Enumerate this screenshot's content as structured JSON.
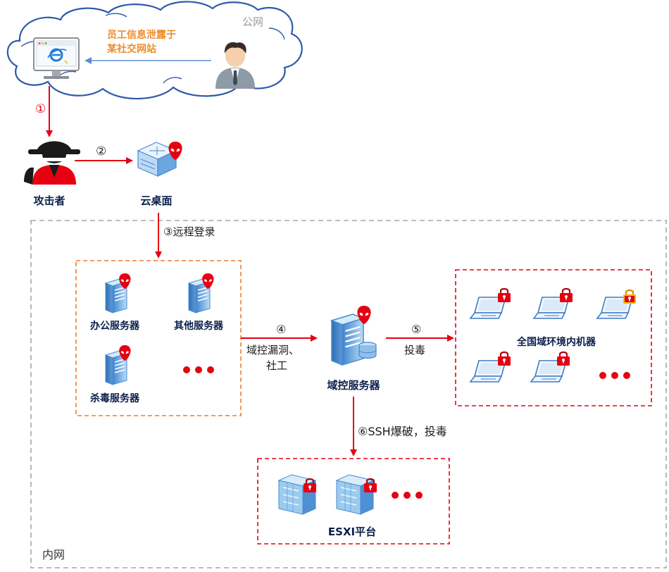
{
  "zones": {
    "public_label": "公网",
    "internal_label": "内网"
  },
  "cloud_note": {
    "line1": "员工信息泄露于",
    "line2": "某社交网站"
  },
  "nodes": {
    "attacker": "攻击者",
    "cloud_desktop": "云桌面",
    "office_server": "办公服务器",
    "other_server": "其他服务器",
    "antivirus_server": "杀毒服务器",
    "domain_server": "域控服务器",
    "domain_machines": "全国域环境内机器",
    "esxi": "ESXI平台"
  },
  "steps": {
    "s1": "①",
    "s2": "②",
    "s3": "③远程登录",
    "s4_num": "④",
    "s4_line1": "域控漏洞、",
    "s4_line2": "社工",
    "s5_num": "⑤",
    "s5_text": "投毒",
    "s6": "⑥SSH爆破，投毒"
  },
  "colors": {
    "arrow_red": "#e60012",
    "note_orange": "#f08c28",
    "blue_arrow": "#5b8fd6",
    "server_blue": "#5aa0dc",
    "label_navy": "#0b1f4a",
    "dashed_gray": "#a6a6a6",
    "dashed_orange": "#ed7d31"
  }
}
